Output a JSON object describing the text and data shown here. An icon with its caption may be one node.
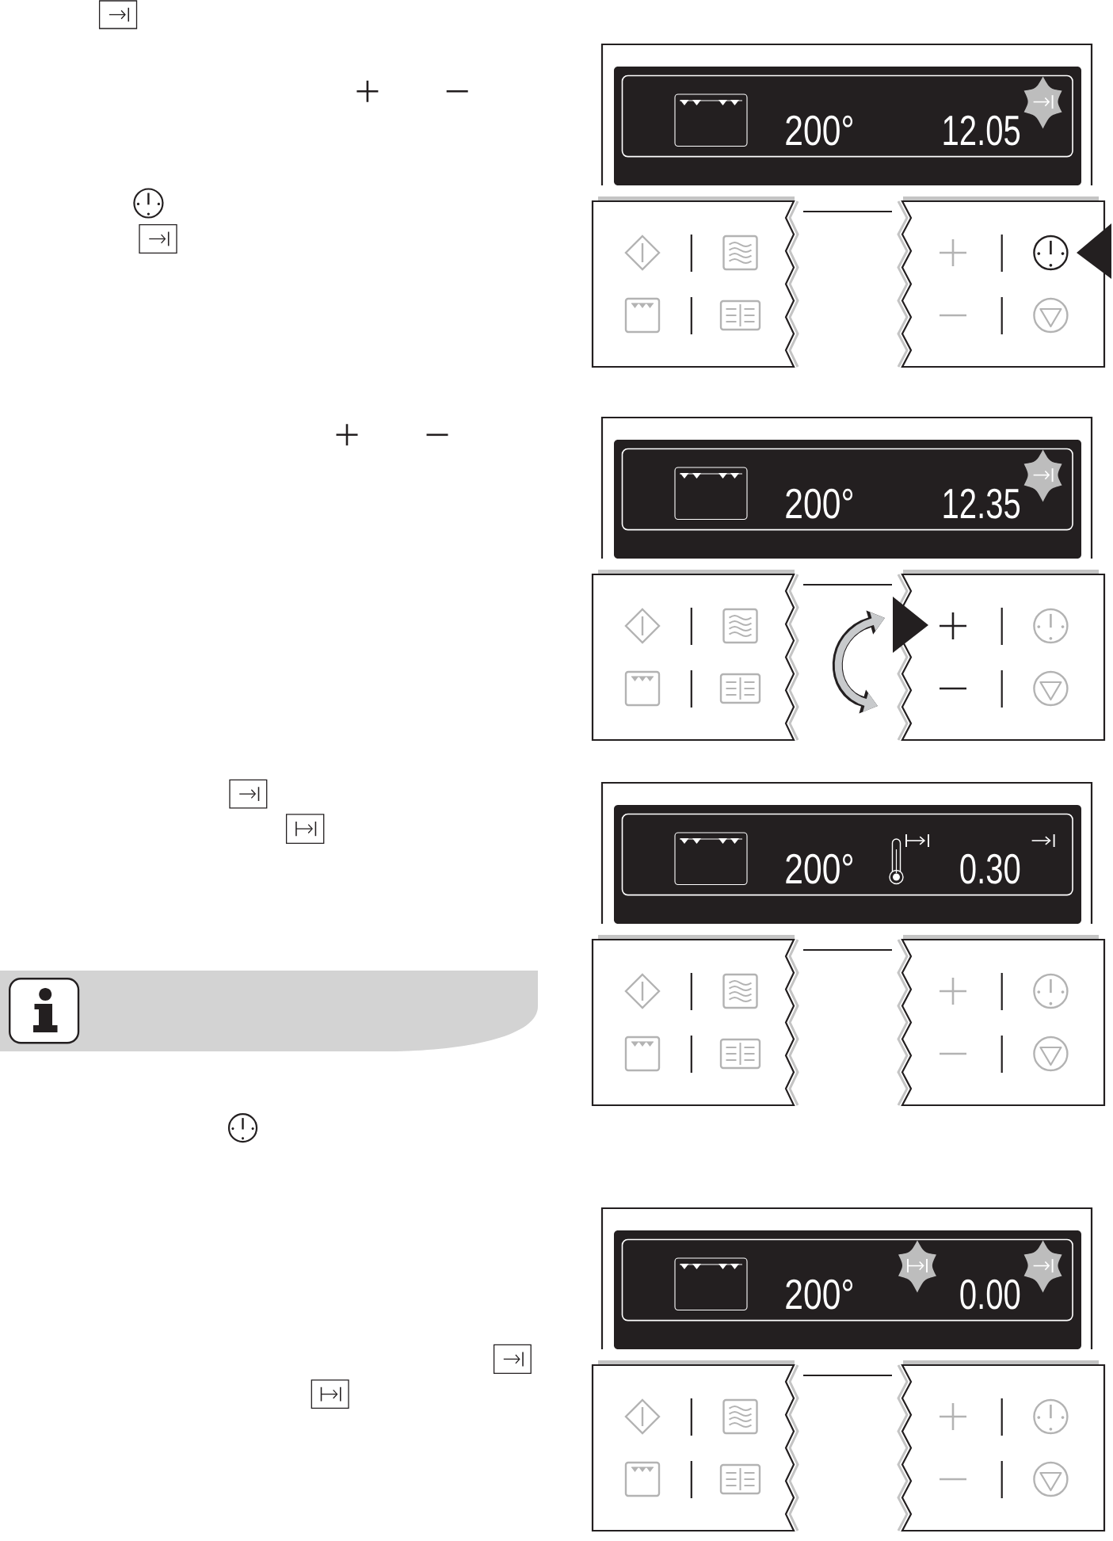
{
  "diagram": {
    "nodes": [
      {
        "text": [
          "200°",
          "12.05"
        ]
      },
      {
        "text": [
          "200°",
          "12.35"
        ]
      },
      {
        "text": [
          "200°",
          "0.30"
        ]
      },
      {
        "text": [
          "200°",
          "0.00"
        ]
      }
    ]
  }
}
